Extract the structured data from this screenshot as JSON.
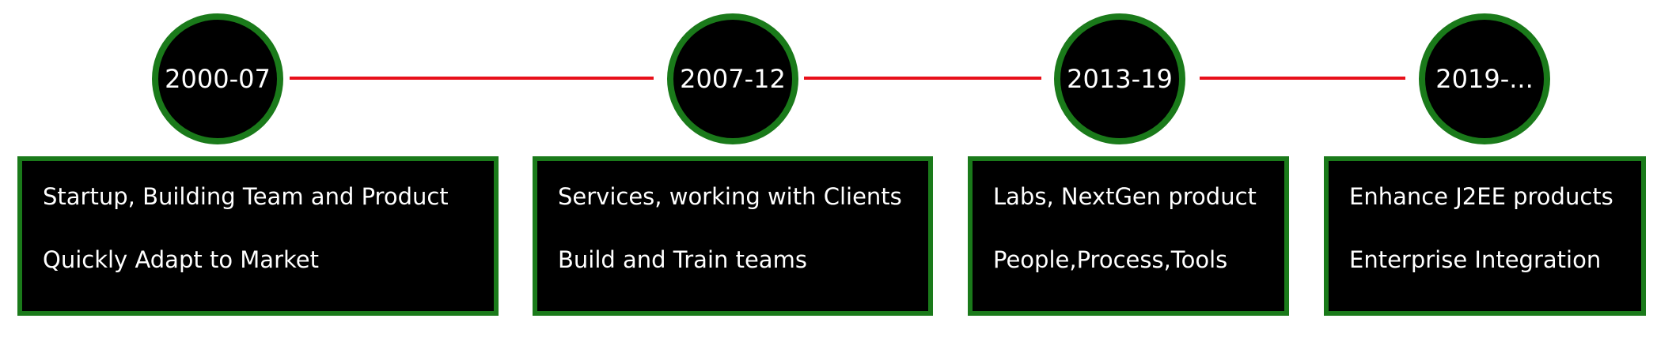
{
  "colors": {
    "node_fill": "#000000",
    "node_border": "#1a7a1a",
    "card_fill": "#000000",
    "card_border": "#1a7a1a",
    "connector": "#e8101a",
    "text": "#ffffff"
  },
  "periods": [
    {
      "label": "2000-07",
      "line1": "Startup, Building Team and Product",
      "line2": "Quickly Adapt to Market"
    },
    {
      "label": "2007-12",
      "line1": "Services, working with Clients",
      "line2": "Build and Train teams"
    },
    {
      "label": "2013-19",
      "line1": "Labs, NextGen product",
      "line2": "People,Process,Tools"
    },
    {
      "label": "2019-...",
      "line1": "Enhance J2EE products",
      "line2": "Enterprise Integration"
    }
  ]
}
